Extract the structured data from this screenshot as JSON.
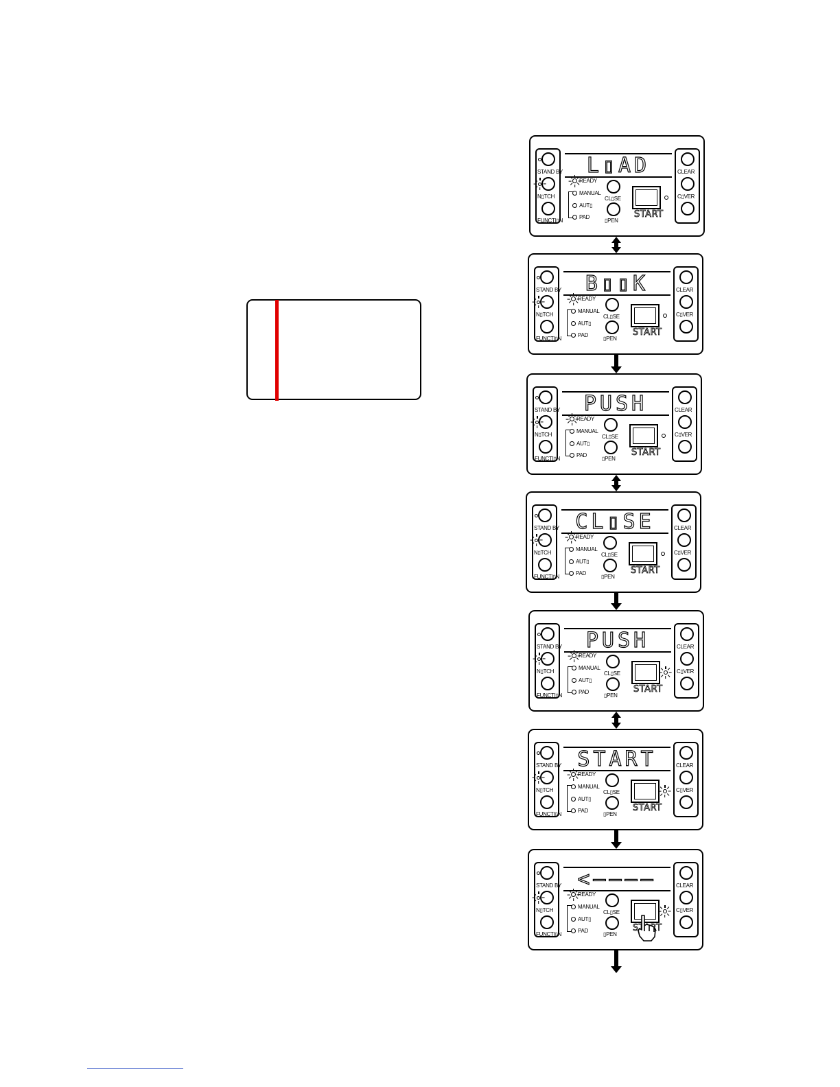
{
  "labels": {
    "stand_by": "STAND BY",
    "notch": "N▯TCH",
    "function": "FUNCTI▯N",
    "clear": "CLEAR",
    "cover": "C▯VER",
    "ready": "READY",
    "manual": "MANUAL",
    "auto": "AUT▯",
    "pad": "PAD",
    "close": "CL▯SE",
    "open": "▯PEN",
    "start": "START"
  },
  "panels": [
    {
      "display": "L▯AD",
      "start_led_lit": false,
      "arrow_below": "double",
      "pointer": false
    },
    {
      "display": "B▯▯K",
      "start_led_lit": false,
      "arrow_below": "down",
      "pointer": false
    },
    {
      "display": "PUSH",
      "start_led_lit": false,
      "arrow_below": "double",
      "pointer": false
    },
    {
      "display": "CL▯SE",
      "start_led_lit": false,
      "arrow_below": "down",
      "pointer": false
    },
    {
      "display": "PUSH",
      "start_led_lit": true,
      "arrow_below": "double",
      "pointer": false
    },
    {
      "display": "START",
      "start_led_lit": true,
      "arrow_below": "down",
      "pointer": false
    },
    {
      "display": "<————",
      "start_led_lit": true,
      "arrow_below": "down",
      "pointer": true
    }
  ],
  "colors": {
    "note_bar": "#e00000",
    "link_line": "#1a3fbf"
  }
}
